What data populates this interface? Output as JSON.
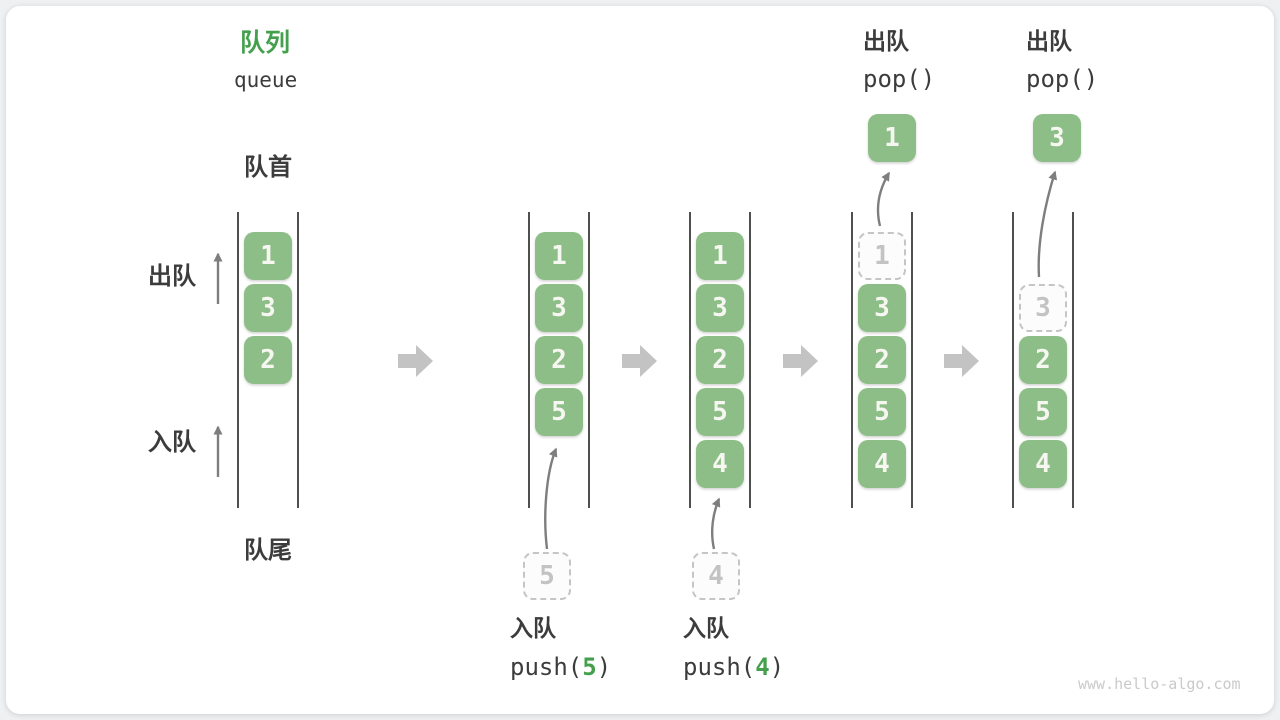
{
  "title": {
    "zh": "队列",
    "en": "queue"
  },
  "side_labels": {
    "front": "队首",
    "rear": "队尾",
    "dequeue": "出队",
    "enqueue": "入队"
  },
  "watermark": "www.hello-algo.com",
  "colors": {
    "accent_green": "#44A04D",
    "box_green": "#8EBE87",
    "box_text": "#F7F7F2",
    "text_dark": "#3C3C3C",
    "track": "#4F4F4F",
    "big_arrow": "#C3C3C3",
    "thin_arrow": "#7E7E7E",
    "ghost_border": "#C5C5C5",
    "ghost_text": "#C3C3C3",
    "watermark_gray": "#CACACA"
  },
  "states": [
    {
      "name": "initial",
      "slots": [
        {
          "row": 0,
          "value": "1",
          "style": "solid"
        },
        {
          "row": 1,
          "value": "3",
          "style": "solid"
        },
        {
          "row": 2,
          "value": "2",
          "style": "solid"
        }
      ]
    },
    {
      "name": "after-push-5",
      "slots": [
        {
          "row": 0,
          "value": "1",
          "style": "solid"
        },
        {
          "row": 1,
          "value": "3",
          "style": "solid"
        },
        {
          "row": 2,
          "value": "2",
          "style": "solid"
        },
        {
          "row": 3,
          "value": "5",
          "style": "solid"
        }
      ],
      "incoming": {
        "value": "5"
      }
    },
    {
      "name": "after-push-4",
      "slots": [
        {
          "row": 0,
          "value": "1",
          "style": "solid"
        },
        {
          "row": 1,
          "value": "3",
          "style": "solid"
        },
        {
          "row": 2,
          "value": "2",
          "style": "solid"
        },
        {
          "row": 3,
          "value": "5",
          "style": "solid"
        },
        {
          "row": 4,
          "value": "4",
          "style": "solid"
        }
      ],
      "incoming": {
        "value": "4"
      }
    },
    {
      "name": "after-pop-1",
      "slots": [
        {
          "row": 0,
          "value": "1",
          "style": "dashed"
        },
        {
          "row": 1,
          "value": "3",
          "style": "solid"
        },
        {
          "row": 2,
          "value": "2",
          "style": "solid"
        },
        {
          "row": 3,
          "value": "5",
          "style": "solid"
        },
        {
          "row": 4,
          "value": "4",
          "style": "solid"
        }
      ],
      "outgoing": {
        "value": "1"
      },
      "op": {
        "zh": "出队",
        "code": "pop()"
      }
    },
    {
      "name": "after-pop-3",
      "slots": [
        {
          "row": 1,
          "value": "3",
          "style": "dashed"
        },
        {
          "row": 2,
          "value": "2",
          "style": "solid"
        },
        {
          "row": 3,
          "value": "5",
          "style": "solid"
        },
        {
          "row": 4,
          "value": "4",
          "style": "solid"
        }
      ],
      "outgoing": {
        "value": "3"
      },
      "op": {
        "zh": "出队",
        "code": "pop()"
      }
    }
  ],
  "enqueue_ops": [
    {
      "zh": "入队",
      "fn": "push(",
      "arg": "5",
      "close": ")"
    },
    {
      "zh": "入队",
      "fn": "push(",
      "arg": "4",
      "close": ")"
    }
  ]
}
